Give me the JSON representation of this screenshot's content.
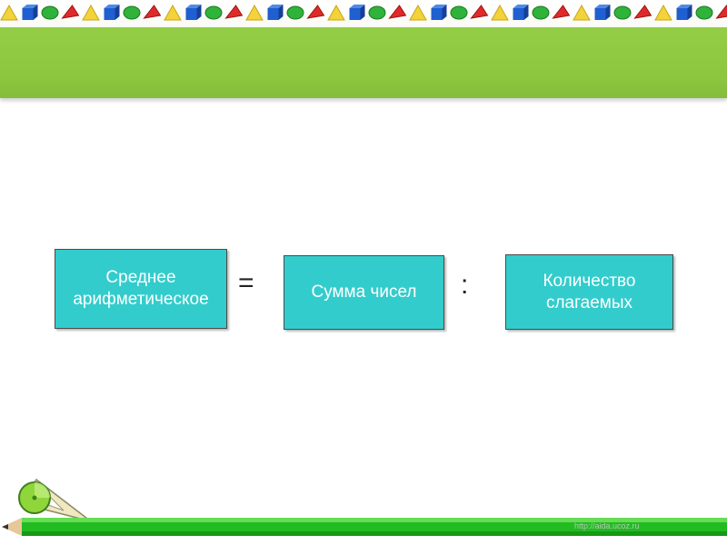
{
  "slide": {
    "formula": {
      "left_box": {
        "line1": "Среднее",
        "line2": "арифметическое"
      },
      "equals": "=",
      "middle_box": {
        "label": "Сумма чисел"
      },
      "divide": ":",
      "right_box": {
        "line1": "Количество",
        "line2": "слагаемых"
      }
    },
    "watermark": "http://aida.ucoz.ru"
  },
  "colors": {
    "header_band": "#8cc63f",
    "box_fill": "#33cccc",
    "box_text": "#ffffff",
    "pencil": "#22bb22"
  }
}
